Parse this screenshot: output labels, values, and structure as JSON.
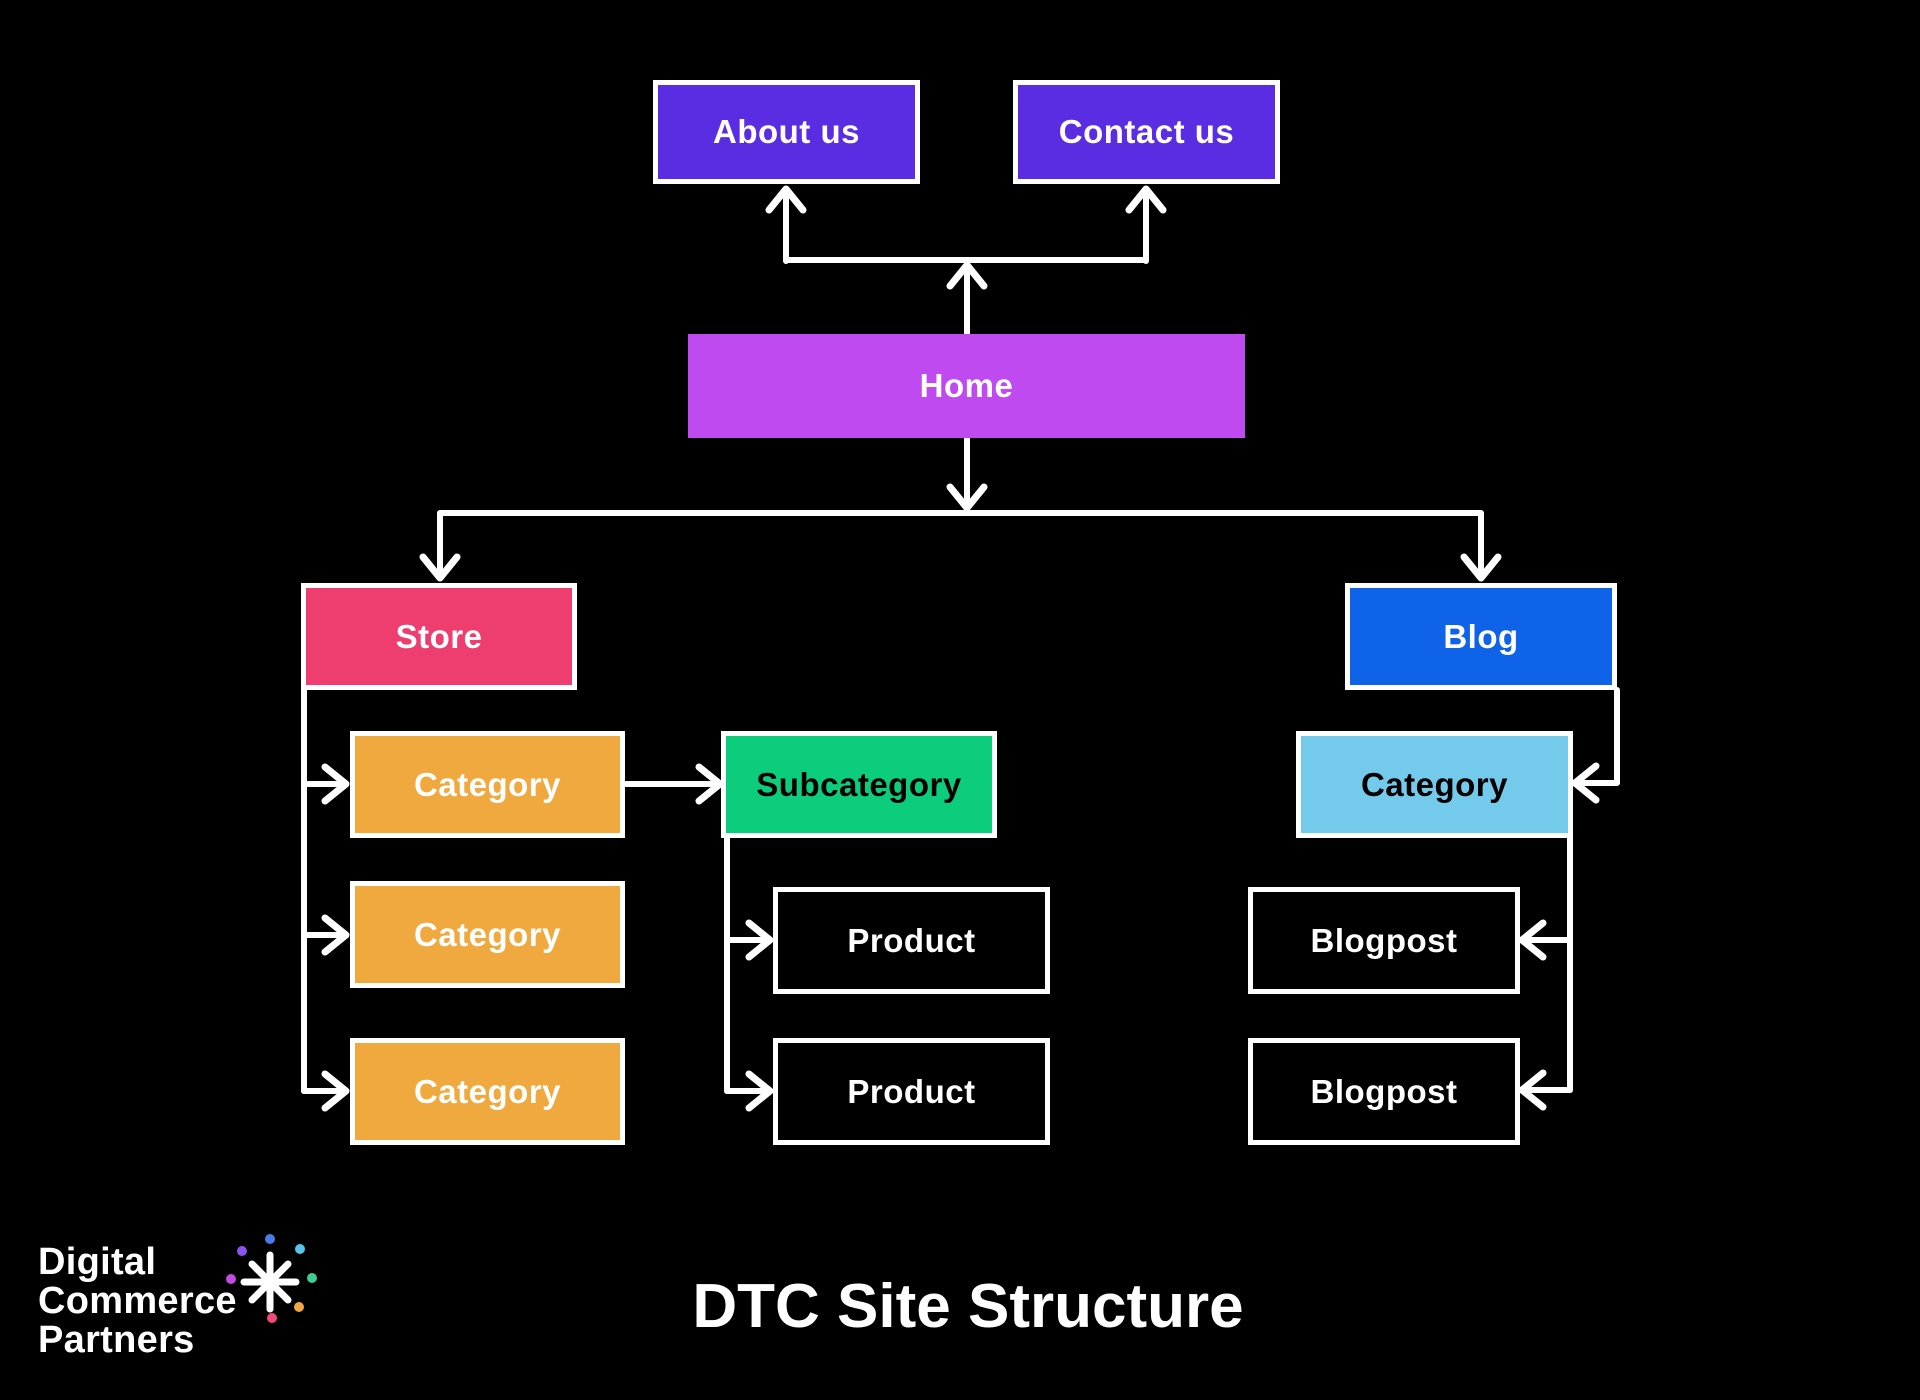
{
  "title": "DTC Site Structure",
  "colors": {
    "background": "#000000",
    "wire": "#ffffff",
    "nav_button": "#5a2ce2",
    "home": "#bf4af0",
    "store": "#ee3d6f",
    "store_category": "#efa93f",
    "subcategory": "#0ccd7c",
    "blog": "#0e63e8",
    "blog_category": "#74caeb",
    "plain_box": "#000000",
    "text_light": "#ffffff",
    "text_dark": "#000000"
  },
  "nodes": {
    "about": "About us",
    "contact": "Contact us",
    "home": "Home",
    "store": "Store",
    "store_categories": [
      "Category",
      "Category",
      "Category"
    ],
    "subcategory": "Subcategory",
    "products": [
      "Product",
      "Product"
    ],
    "blog": "Blog",
    "blog_category": "Category",
    "blogposts": [
      "Blogpost",
      "Blogpost"
    ]
  },
  "logo": {
    "lines": [
      "Digital",
      "Commerce",
      "Partners"
    ],
    "mark": "asterisk-starburst-icon",
    "dots": [
      {
        "name": "top-blue",
        "color": "#4a7ce8"
      },
      {
        "name": "top-right-cyan",
        "color": "#57c4ea"
      },
      {
        "name": "right-green",
        "color": "#3dcb92"
      },
      {
        "name": "bottom-right-orange",
        "color": "#f0a743"
      },
      {
        "name": "bottom-pink",
        "color": "#f2487a"
      },
      {
        "name": "top-left-violet",
        "color": "#8a55ee"
      },
      {
        "name": "left-magenta",
        "color": "#c44ae4"
      }
    ]
  }
}
